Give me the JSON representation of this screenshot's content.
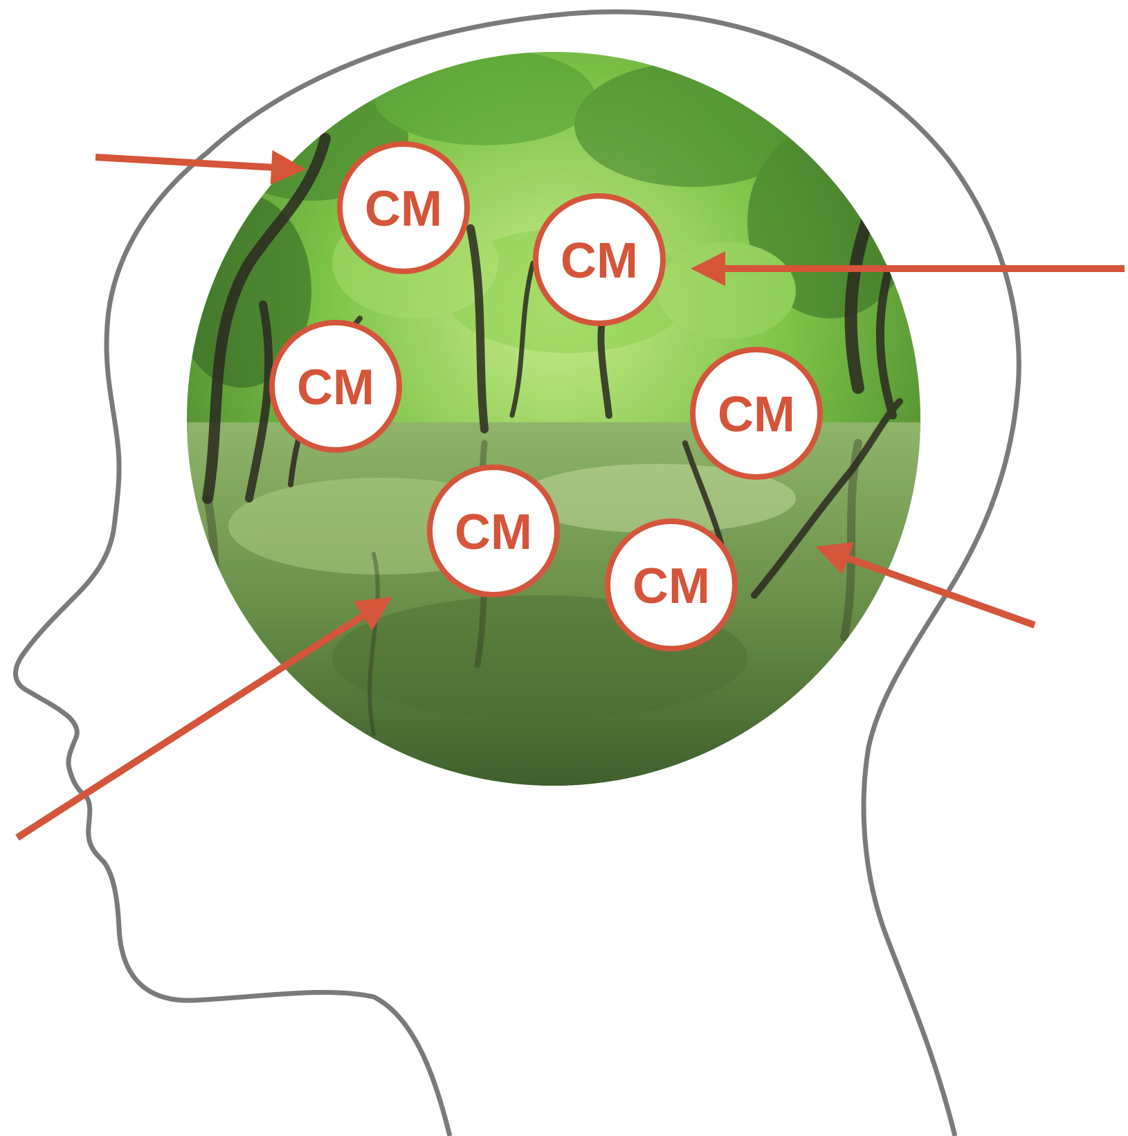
{
  "colors": {
    "background": "#ffffff",
    "head_outline": "#7a7a7a",
    "accent": "#d4553a",
    "forest_light": "#9fd65a",
    "forest_mid": "#5fa83a",
    "forest_dark": "#2f5a26",
    "water": "#6f8f4e",
    "trunk": "#2b2a20",
    "badge_fill": "#ffffff"
  },
  "nodes": [
    {
      "id": "cm-1",
      "label": "CM"
    },
    {
      "id": "cm-2",
      "label": "CM"
    },
    {
      "id": "cm-3",
      "label": "CM"
    },
    {
      "id": "cm-4",
      "label": "CM"
    },
    {
      "id": "cm-5",
      "label": "CM"
    },
    {
      "id": "cm-6",
      "label": "CM"
    }
  ],
  "arrows": [
    {
      "id": "arrow-from-left-top"
    },
    {
      "id": "arrow-from-right-top"
    },
    {
      "id": "arrow-from-right-bottom"
    },
    {
      "id": "arrow-from-left-bottom"
    }
  ],
  "icons": {
    "head": "head-silhouette-icon",
    "scene": "mangrove-forest-image"
  }
}
